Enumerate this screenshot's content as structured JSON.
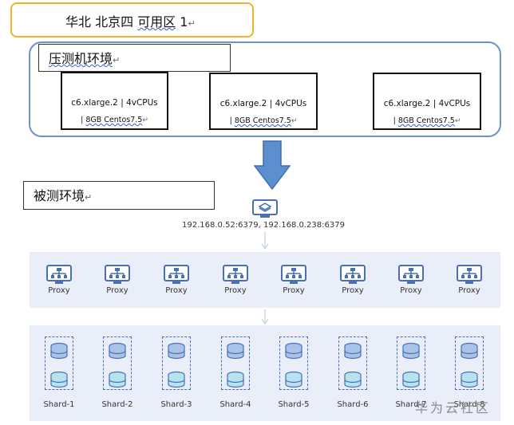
{
  "region": {
    "text": "华北  北京四  ",
    "wavy": "可用区",
    "num": " 1",
    "mark": "↵"
  },
  "load_env": {
    "title": "压测机环境",
    "mark": "↵",
    "machines": [
      {
        "line1": "c6.xlarge.2 | 4vCPUs",
        "line2_pre": "| ",
        "line2_wavy": "8GB   Centos7.5",
        "mark": "↵"
      },
      {
        "line1": "c6.xlarge.2 | 4vCPUs",
        "line2_pre": "| ",
        "line2_wavy": "8GB   Centos7.5",
        "mark": "↵"
      },
      {
        "line1": "c6.xlarge.2 | 4vCPUs",
        "line2_pre": "| ",
        "line2_wavy": "8GB   Centos7.5",
        "mark": "↵"
      }
    ]
  },
  "test_env": {
    "title": "被测环境",
    "mark": "↵",
    "endpoint": "192.168.0.52:6379, 192.168.0.238:6379",
    "proxies": [
      "Proxy",
      "Proxy",
      "Proxy",
      "Proxy",
      "Proxy",
      "Proxy",
      "Proxy",
      "Proxy"
    ],
    "shards": [
      "Shard-1",
      "Shard-2",
      "Shard-3",
      "Shard-4",
      "Shard-5",
      "Shard-6",
      "Shard-7",
      "Shard-8"
    ]
  },
  "watermark": "华为云社区",
  "colors": {
    "region_border": "#f0b429",
    "load_border": "#6d93c8",
    "arrow": "#5b8fd0",
    "tier_bg": "#e9eef8",
    "icon_stroke": "#4a6fb3",
    "db_top": "#a9c3e8",
    "db_bottom": "#b7e3ef"
  }
}
